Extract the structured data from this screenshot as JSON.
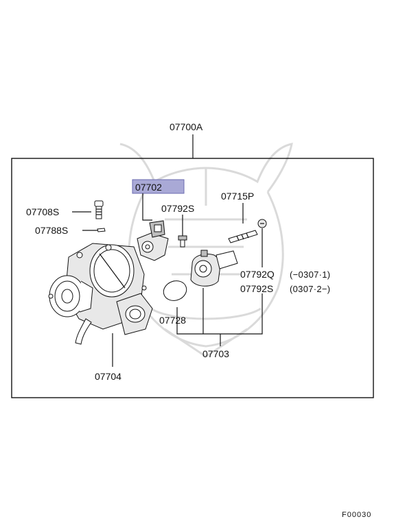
{
  "diagram": {
    "assembly_label": "07700A",
    "highlighted_label": "07702",
    "highlight_color": "#a9a9d6",
    "labels": {
      "p07708s": "07708S",
      "p07788s": "07788S",
      "p07792s_top": "07792S",
      "p07715p": "07715P",
      "p07792q": "07792Q",
      "p07792q_range": "(−0307·1)",
      "p07792s_right": "07792S",
      "p07792s_range": "(0307·2−)",
      "p07728": "07728",
      "p07703": "07703",
      "p07704": "07704"
    },
    "figure_code": "F00030"
  }
}
